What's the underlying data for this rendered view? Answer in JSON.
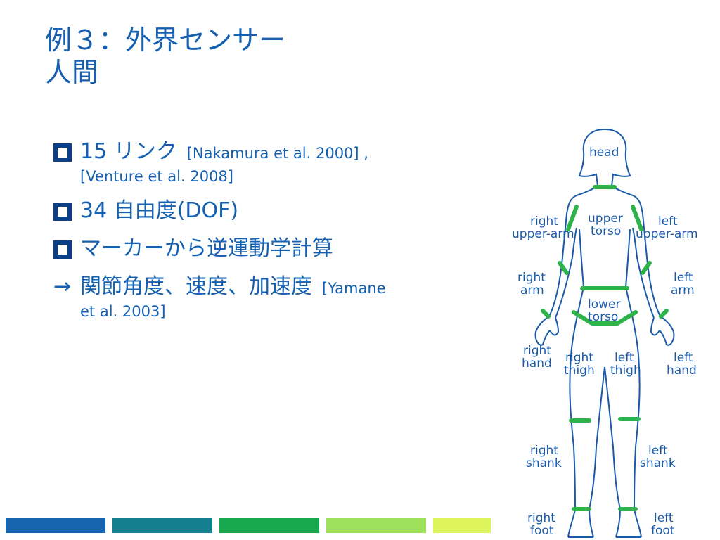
{
  "slide": {
    "title_line1": "例３：外界センサー",
    "title_line2": "人間",
    "bullets": [
      {
        "main": "15 リンク",
        "ref": "[Nakamura et al. 2000] ,",
        "sub": "[Venture et al. 2008]"
      },
      {
        "main": "34 自由度(DOF)"
      },
      {
        "main": "マーカーから逆運動学計算"
      },
      {
        "prefix": "→",
        "main": "関節角度、速度、加速度",
        "ref": "[Yamane",
        "sub": "et al. 2003]"
      }
    ]
  },
  "figure": {
    "labels": {
      "head": "head",
      "upper_torso_1": "upper",
      "upper_torso_2": "torso",
      "right_upper_arm_1": "right",
      "right_upper_arm_2": "upper-arm",
      "left_upper_arm_1": "left",
      "left_upper_arm_2": "upper-arm",
      "right_arm_1": "right",
      "right_arm_2": "arm",
      "left_arm_1": "left",
      "left_arm_2": "arm",
      "lower_torso_1": "lower",
      "lower_torso_2": "torso",
      "right_hand_1": "right",
      "right_hand_2": "hand",
      "left_hand_1": "left",
      "left_hand_2": "hand",
      "right_thigh_1": "right",
      "right_thigh_2": "thigh",
      "left_thigh_1": "left",
      "left_thigh_2": "thigh",
      "right_shank_1": "right",
      "right_shank_2": "shank",
      "left_shank_1": "left",
      "left_shank_2": "shank",
      "right_foot_1": "right",
      "right_foot_2": "foot",
      "left_foot_1": "left",
      "left_foot_2": "foot"
    },
    "outline_color": "#1a5aa8",
    "segment_color": "#2db34a"
  },
  "footer_colors": [
    "#1565b0",
    "#137f8f",
    "#17a84e",
    "#9ee05a",
    "#ddf55a"
  ]
}
